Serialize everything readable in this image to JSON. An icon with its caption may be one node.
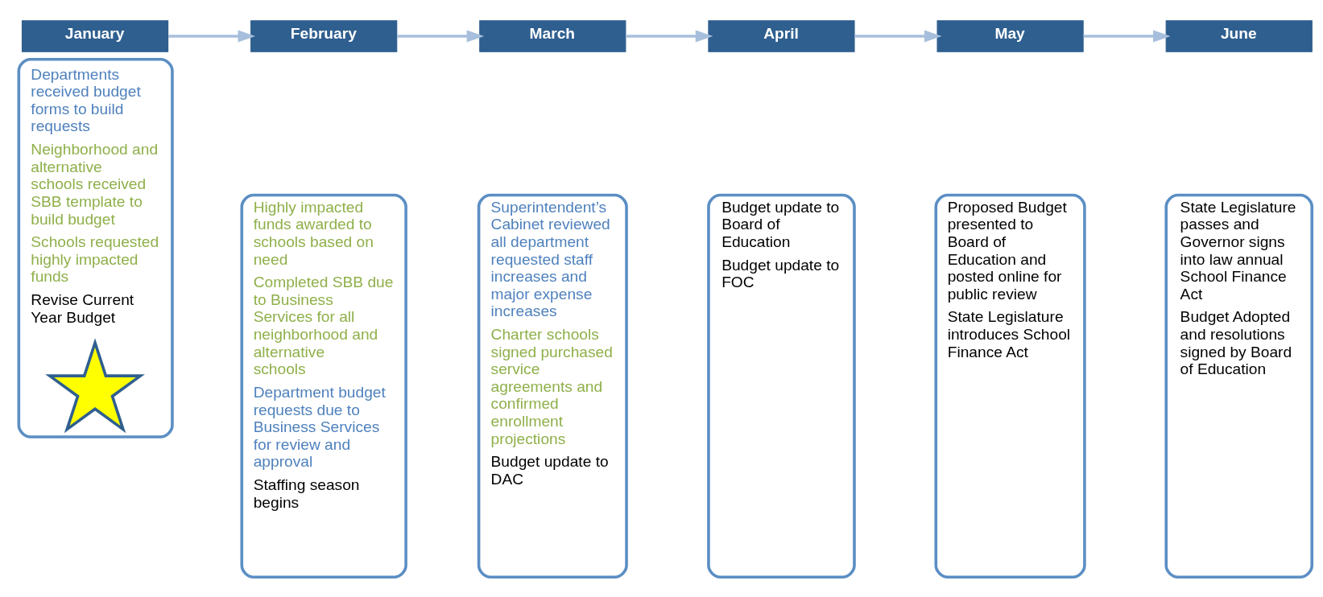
{
  "diagram": {
    "nodes": [
      {
        "text": [
          "January"
        ]
      },
      {
        "text": [
          "Departments received budget forms to build requests",
          "Neighborhood and alternative schools received SBB template to build budget",
          "Schools requested highly impacted funds",
          "Revise Current Year Budget"
        ]
      },
      {
        "text": [],
        "shape": "star",
        "in": 1
      },
      {
        "text": [
          "February"
        ]
      },
      {
        "text": [
          "Highly impacted funds awarded to schools based on need",
          "Completed SBB due to Business Services for all neighborhood and alternative schools",
          "Department budget requests due to Business Services for review and approval",
          "Staffing season begins"
        ]
      },
      {
        "text": [
          "March"
        ]
      },
      {
        "text": [
          "Superintendent’s Cabinet reviewed all department requested staff increases and major expense increases",
          "Charter schools signed purchased service agreements and confirmed enrollment projections",
          "Budget update to DAC"
        ]
      },
      {
        "text": [
          "April"
        ]
      },
      {
        "text": [
          "Budget update to Board of Education",
          "Budget update to FOC"
        ]
      },
      {
        "text": [
          "May"
        ]
      },
      {
        "text": [
          "Proposed Budget presented to Board of Education and posted online for public review",
          "State Legislature introduces School Finance Act"
        ]
      },
      {
        "text": [
          "June"
        ]
      },
      {
        "text": [
          "State Legislature passes and Governor signs into law annual School Finance Act",
          "Budget Adopted and resolutions signed by Board of Education"
        ]
      }
    ],
    "edges": [
      {
        "from": 0,
        "to": 3,
        "arrow": "to"
      },
      {
        "from": 3,
        "to": 5,
        "arrow": "to"
      },
      {
        "from": 5,
        "to": 7,
        "arrow": "to"
      },
      {
        "from": 7,
        "to": 9,
        "arrow": "to"
      },
      {
        "from": 9,
        "to": 11,
        "arrow": "to"
      }
    ]
  }
}
